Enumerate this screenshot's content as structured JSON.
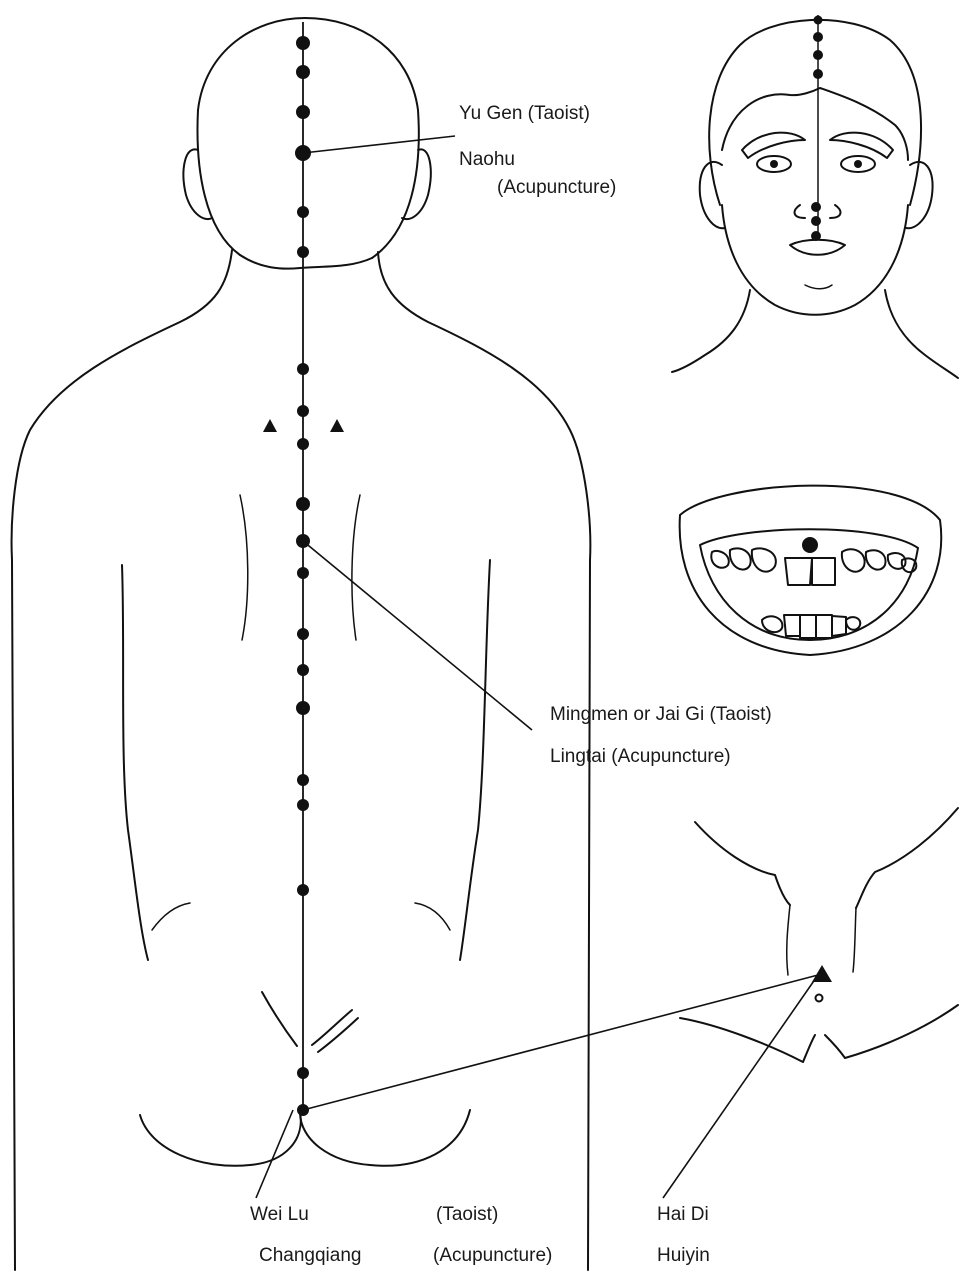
{
  "labels": {
    "yu_gen": "Yu Gen (Taoist)",
    "naohu": "Naohu",
    "naohu_sub": "(Acupuncture)",
    "mingmen": "Mingmen or Jai Gi (Taoist)",
    "lingtai": "Lingtai (Acupuncture)",
    "wei_lu": "Wei  Lu",
    "wei_lu_taoist": "(Taoist)",
    "changqiang": "Changqiang",
    "changqiang_acu": "(Acupuncture)",
    "hai_di": "Hai Di",
    "huiyin": "Huiyin"
  }
}
